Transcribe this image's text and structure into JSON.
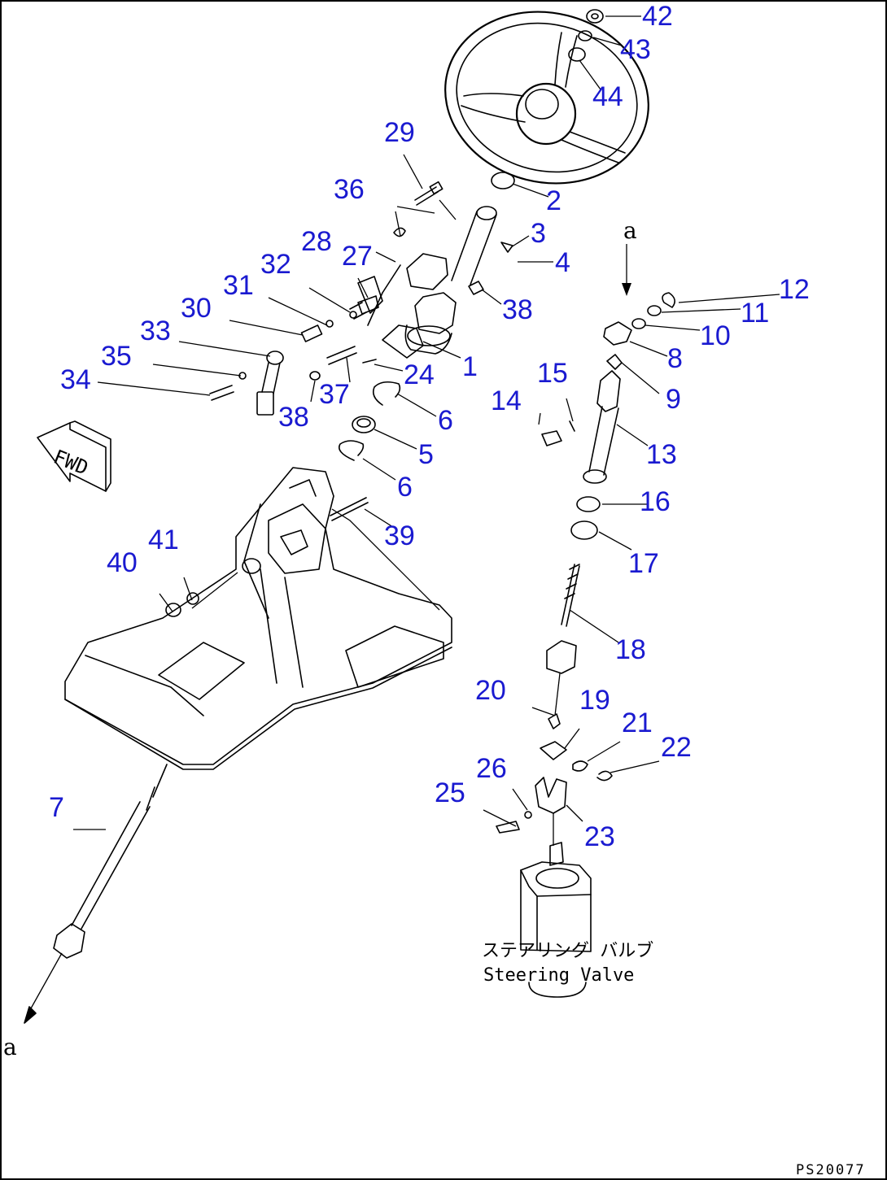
{
  "figure_code": "PS20077",
  "fwd_label": "FWD",
  "ref_letter_top": "a",
  "ref_letter_bottom": "a",
  "valve_label_jp": "ステアリング バルブ",
  "valve_label_en": "Steering Valve",
  "callouts": [
    {
      "id": "1",
      "text": "1"
    },
    {
      "id": "2",
      "text": "2"
    },
    {
      "id": "3",
      "text": "3"
    },
    {
      "id": "4",
      "text": "4"
    },
    {
      "id": "5",
      "text": "5"
    },
    {
      "id": "6a",
      "text": "6"
    },
    {
      "id": "6b",
      "text": "6"
    },
    {
      "id": "7",
      "text": "7"
    },
    {
      "id": "8",
      "text": "8"
    },
    {
      "id": "9",
      "text": "9"
    },
    {
      "id": "10",
      "text": "10"
    },
    {
      "id": "11",
      "text": "11"
    },
    {
      "id": "12",
      "text": "12"
    },
    {
      "id": "13",
      "text": "13"
    },
    {
      "id": "14",
      "text": "14"
    },
    {
      "id": "15",
      "text": "15"
    },
    {
      "id": "16",
      "text": "16"
    },
    {
      "id": "17",
      "text": "17"
    },
    {
      "id": "18",
      "text": "18"
    },
    {
      "id": "19",
      "text": "19"
    },
    {
      "id": "20",
      "text": "20"
    },
    {
      "id": "21",
      "text": "21"
    },
    {
      "id": "22",
      "text": "22"
    },
    {
      "id": "23",
      "text": "23"
    },
    {
      "id": "24",
      "text": "24"
    },
    {
      "id": "25",
      "text": "25"
    },
    {
      "id": "26",
      "text": "26"
    },
    {
      "id": "27",
      "text": "27"
    },
    {
      "id": "28",
      "text": "28"
    },
    {
      "id": "29",
      "text": "29"
    },
    {
      "id": "30",
      "text": "30"
    },
    {
      "id": "31",
      "text": "31"
    },
    {
      "id": "32",
      "text": "32"
    },
    {
      "id": "33",
      "text": "33"
    },
    {
      "id": "34",
      "text": "34"
    },
    {
      "id": "35",
      "text": "35"
    },
    {
      "id": "36",
      "text": "36"
    },
    {
      "id": "37",
      "text": "37"
    },
    {
      "id": "38a",
      "text": "38"
    },
    {
      "id": "38b",
      "text": "38"
    },
    {
      "id": "39",
      "text": "39"
    },
    {
      "id": "40",
      "text": "40"
    },
    {
      "id": "41",
      "text": "41"
    },
    {
      "id": "42",
      "text": "42"
    },
    {
      "id": "43",
      "text": "43"
    },
    {
      "id": "44",
      "text": "44"
    }
  ]
}
